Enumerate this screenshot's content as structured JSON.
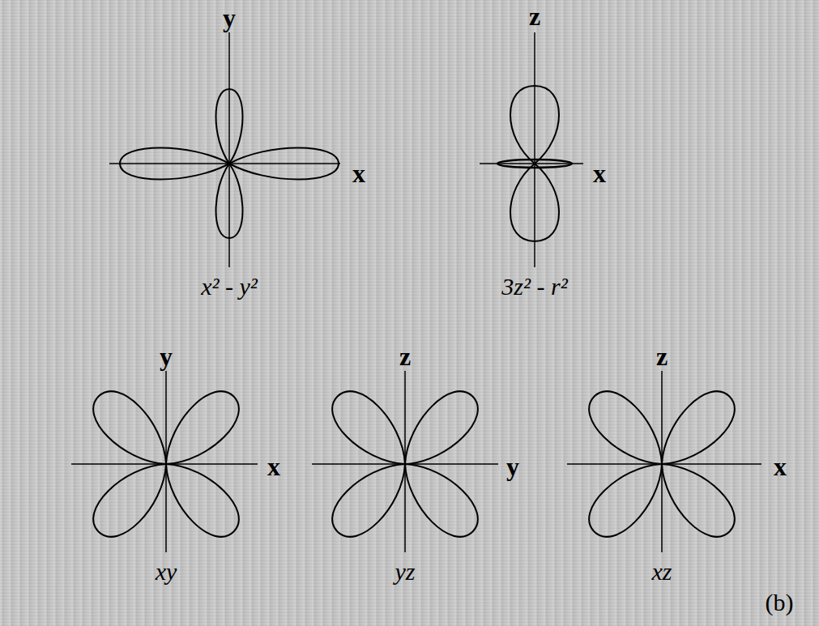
{
  "diagram": {
    "labels": [
      "y",
      "x",
      "x² - y²",
      "z",
      "x",
      "3z² - r²",
      "y",
      "x",
      "xy",
      "z",
      "y",
      "yz",
      "z",
      "x",
      "xz",
      "(b)"
    ]
  }
}
